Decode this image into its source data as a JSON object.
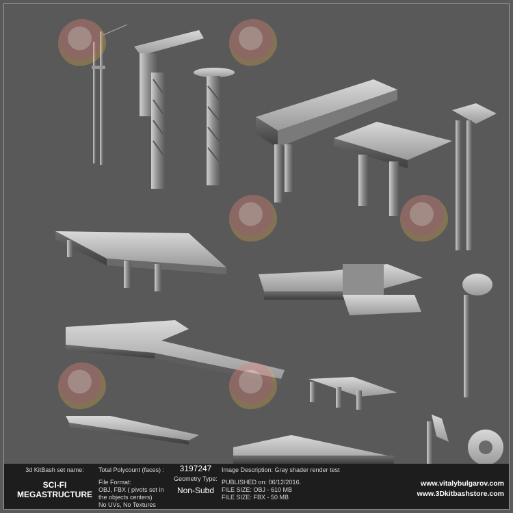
{
  "info": {
    "set_name_label": "3d KitBash set name:",
    "set_name_line1": "SCI-FI",
    "set_name_line2": "MEGASTRUCTURE",
    "polycount_label": "Total Polycount (faces) :",
    "polycount_value": "3197247",
    "file_format_label": "File Format:",
    "file_format_line1": "OBJ, FBX ( pivots set in",
    "file_format_line2": "the objects centers)",
    "file_format_line3": "No UVs, No Textures",
    "geometry_label": "Geometry Type:",
    "geometry_value": "Non-Subd",
    "image_description": "Image Description: Gray shader render test",
    "published": "PUBLISHED on: 06/12/2016.",
    "file_size_obj": "FILE SIZE: OBJ - 610 MB",
    "file_size_fbx": "FILE SIZE: FBX - 50 MB",
    "url1": "www.vitalybulgarov.com",
    "url2": "www.3Dkitbashstore.com"
  },
  "colors": {
    "background": "#5a5a5a",
    "info_bar": "#1d1d1d",
    "model": "#b8b8b8"
  }
}
